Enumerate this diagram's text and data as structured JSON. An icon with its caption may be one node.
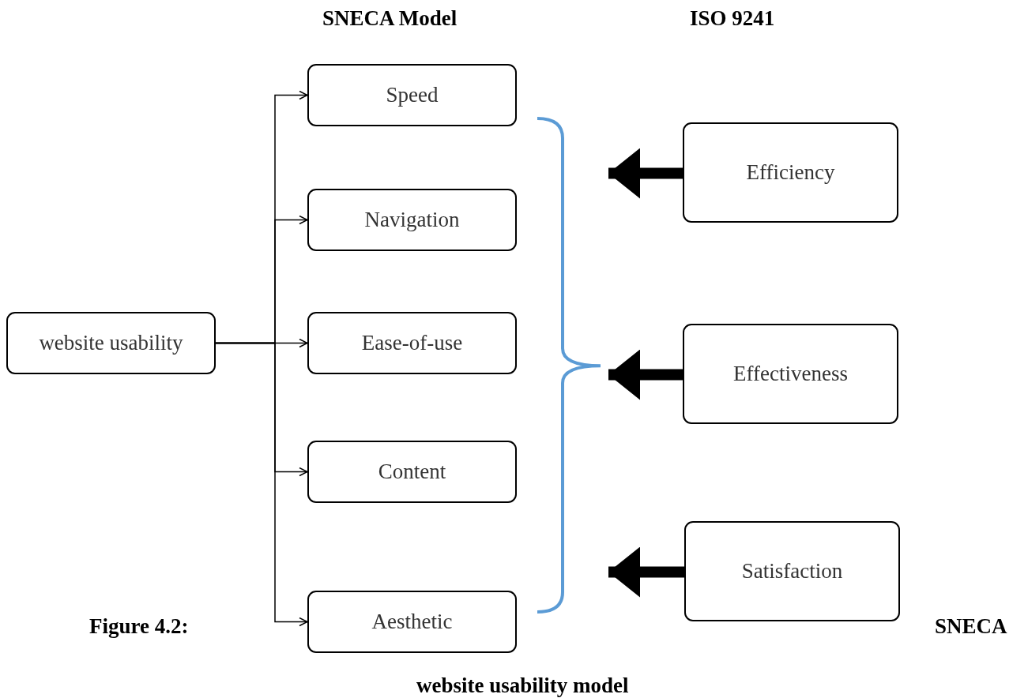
{
  "diagram": {
    "nodes": [
      {
        "text": [
          "website usability"
        ]
      },
      {
        "text": [
          "Speed"
        ]
      },
      {
        "text": [
          "Navigation"
        ]
      },
      {
        "text": [
          "Ease-of-use"
        ]
      },
      {
        "text": [
          "Content"
        ]
      },
      {
        "text": [
          "Aesthetic"
        ]
      },
      {
        "text": [
          "Efficiency"
        ]
      },
      {
        "text": [
          "Effectiveness"
        ]
      },
      {
        "text": [
          "Satisfaction"
        ]
      },
      {
        "text": [],
        "shape": "bracket"
      }
    ],
    "edges": [
      {
        "from": 0,
        "to": 1,
        "arrow": "to"
      },
      {
        "from": 0,
        "to": 2,
        "arrow": "to"
      },
      {
        "from": 0,
        "to": 3,
        "arrow": "to"
      },
      {
        "from": 0,
        "to": 4,
        "arrow": "to"
      },
      {
        "from": 0,
        "to": 5,
        "arrow": "to"
      },
      {
        "from": 6,
        "to": 9,
        "arrow": "to",
        "style": "thick"
      },
      {
        "from": 7,
        "to": 9,
        "arrow": "to",
        "style": "thick"
      },
      {
        "from": 8,
        "to": 9,
        "arrow": "to",
        "style": "thick"
      }
    ],
    "labels": [
      "SNECA Model",
      "ISO 9241",
      "Figure 4.2:",
      "SNECA",
      "website usability model"
    ]
  }
}
